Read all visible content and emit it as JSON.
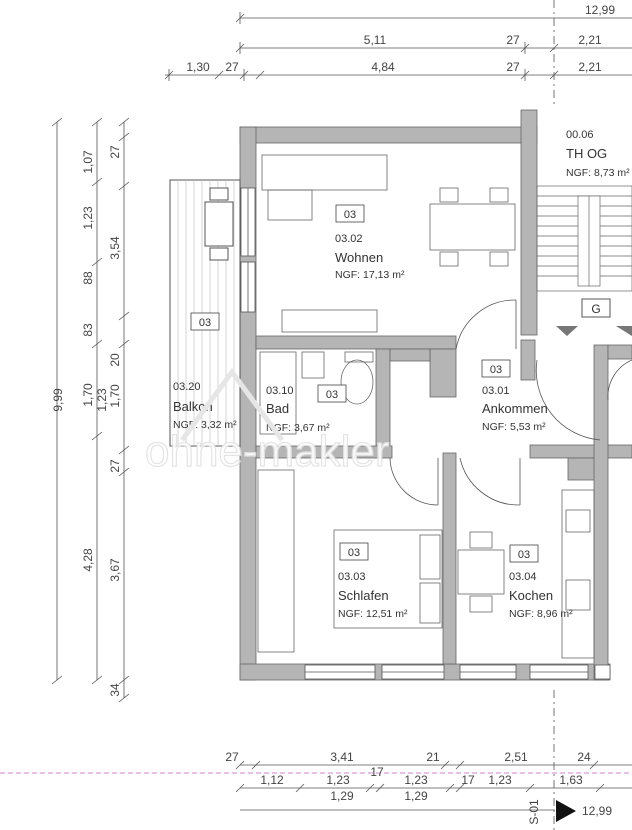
{
  "watermark": "ohne-makler",
  "top_dimensions": {
    "row1": [
      "12,99"
    ],
    "row2": [
      "5,11",
      "27",
      "2,21"
    ],
    "row3": [
      "1,30",
      "27",
      "4,84",
      "27",
      "2,21"
    ]
  },
  "left_dimensions": {
    "total": "9,99",
    "col2": [
      "4,28",
      "1,70",
      "1,23",
      "1,23",
      "1,07"
    ],
    "col3": [
      "3,67",
      "1,70",
      "20",
      "83",
      "88",
      "3,54",
      "27"
    ],
    "misc": [
      "27",
      "34"
    ]
  },
  "bottom_dimensions": {
    "row1": [
      "27",
      "3,41",
      "21",
      "2,51",
      "24"
    ],
    "row2": [
      "1,12",
      "1,23",
      "17",
      "1,23",
      "17",
      "1,23",
      "1,63"
    ],
    "row3": [
      "1,29",
      "1,29"
    ],
    "section_label": "S-01",
    "total": "12,99"
  },
  "rooms": [
    {
      "tag": "03",
      "number": "03.02",
      "name": "Wohnen",
      "area": "NGF: 17,13 m²"
    },
    {
      "tag": "03",
      "number": "03.20",
      "name": "Balkon",
      "area": "NGF: 3,32 m²"
    },
    {
      "tag": "03",
      "number": "03.10",
      "name": "Bad",
      "area": "NGF: 3,67 m²"
    },
    {
      "tag": "03",
      "number": "03.01",
      "name": "Ankommen",
      "area": "NGF: 5,53 m²"
    },
    {
      "tag": "03",
      "number": "03.03",
      "name": "Schlafen",
      "area": "NGF: 12,51 m²"
    },
    {
      "tag": "03",
      "number": "03.04",
      "name": "Kochen",
      "area": "NGF: 8,96 m²"
    },
    {
      "tag": "",
      "number": "00.06",
      "name": "TH OG",
      "area": "NGF: 8,73 m²"
    }
  ],
  "stair_tag": "G"
}
